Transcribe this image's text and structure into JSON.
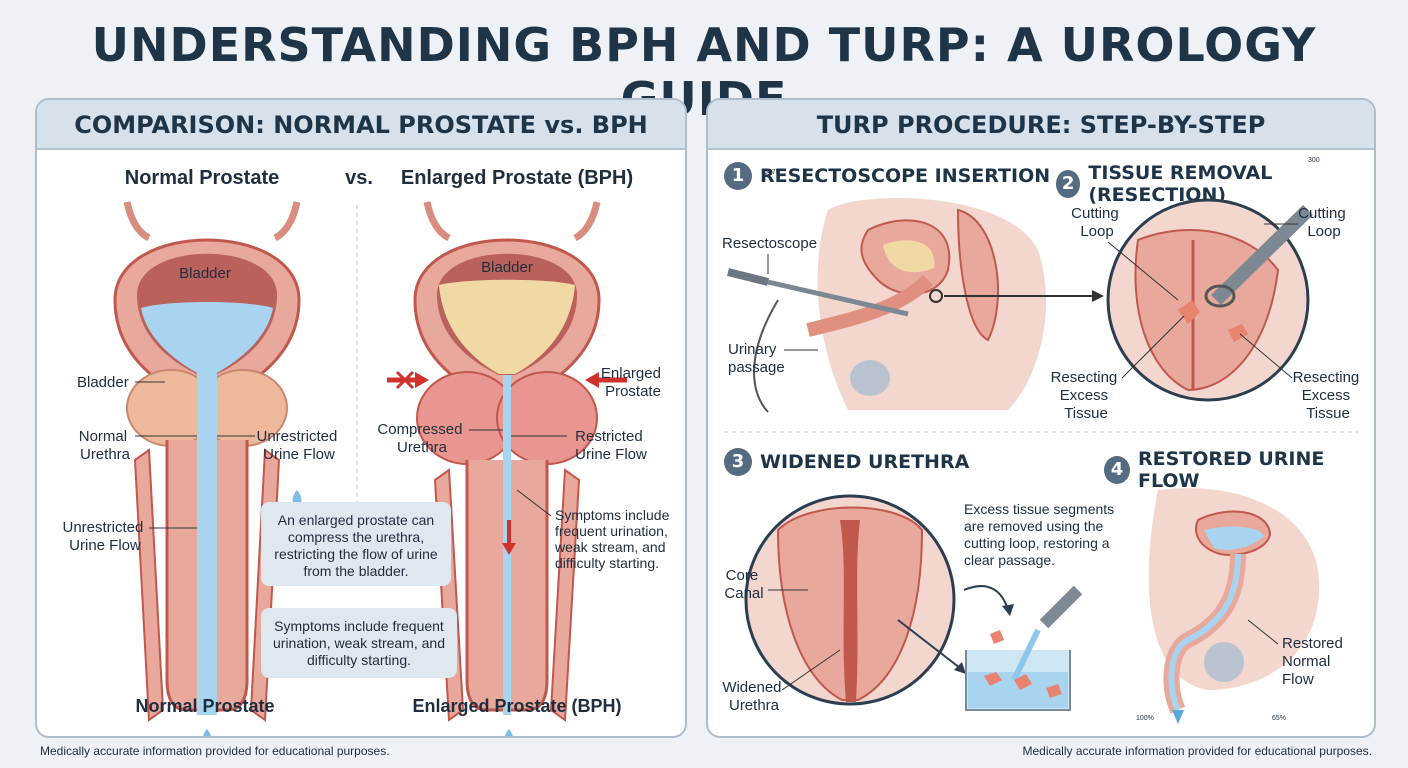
{
  "title": "UNDERSTANDING BPH AND TURP: A UROLOGY GUIDE",
  "left_panel": {
    "header": "COMPARISON: NORMAL PROSTATE vs. BPH",
    "col_normal_title": "Normal Prostate",
    "vs": "vs.",
    "col_bph_title": "Enlarged Prostate (BPH)",
    "bladder_inner_1": "Bladder",
    "bladder_inner_2": "Bladder",
    "label_bladder": "Bladder",
    "label_normal_urethra": "Normal\nUrethra",
    "label_unrestricted_1": "Unrestricted\nUrine Flow",
    "label_unrestricted_2": "Unrestricted\nUrine Flow",
    "label_enlarged_prostate": "Enlarged\nProstate",
    "label_compressed": "Compressed\nUrethra",
    "label_restricted": "Restricted\nUrine Flow",
    "label_symptoms_side": "Symptoms include\nfrequent urination,\nweak stream, and\ndifficulty starting.",
    "note_1": "An enlarged prostate can compress the urethra, restricting the flow of urine from the bladder.",
    "note_2": "Symptoms include frequent urination, weak stream, and difficulty starting.",
    "bottom_normal": "Normal Prostate",
    "bottom_bph": "Enlarged Prostate (BPH)"
  },
  "right_panel": {
    "header": "TURP PROCEDURE: STEP-BY-STEP",
    "steps": [
      {
        "num": "1",
        "title": "RESECTOSCOPE INSERTION"
      },
      {
        "num": "2",
        "title": "TISSUE REMOVAL (RESECTION)"
      },
      {
        "num": "3",
        "title": "WIDENED URETHRA"
      },
      {
        "num": "4",
        "title": "RESTORED URINE FLOW"
      }
    ],
    "label_resectoscope": "Resectoscope",
    "label_urinary_passage": "Urinary\npassage",
    "label_cutting_loop_1": "Cutting\nLoop",
    "label_cutting_loop_2": "Cutting\nLoop",
    "label_resecting_1": "Resecting\nExcess\nTissue",
    "label_resecting_2": "Resecting\nExcess\nTissue",
    "label_core_canal": "Core\nCanal",
    "label_widened": "Widened\nUrethra",
    "text_excess": "Excess tissue segments\nare removed using the\ncutting loop, restoring a\nclear passage.",
    "label_restored": "Restored\nNormal\nFlow",
    "hud_pct_1": "100%",
    "hud_pct_2": "65%",
    "hud_num": "300",
    "hud_small": "5475"
  },
  "footer_left": "Medically accurate information provided for educational purposes.",
  "footer_right": "Medically accurate information provided for educational purposes.",
  "colors": {
    "tissue": "#e9a89c",
    "tissue_dark": "#c0584e",
    "bladder_inner": "#b9615a",
    "urine_blue": "#a9d4ef",
    "urine_yellow": "#f1d9a6",
    "prostate": "#eeb89a",
    "arrow_red": "#d0322e",
    "header_bg": "#d6e1ec",
    "badge": "#546b82"
  }
}
